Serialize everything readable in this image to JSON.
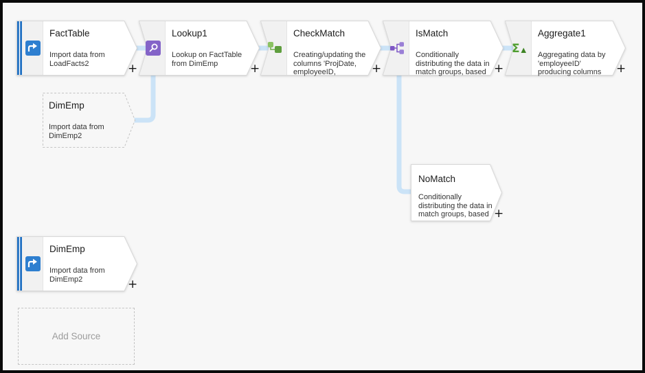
{
  "canvas": {
    "background_color": "#f7f7f7",
    "frame_color": "#0a0a0a",
    "connector_color": "#cbe3f7"
  },
  "palette": {
    "source_stripe_blue": "#1f6fc2",
    "source_icon_blue": "#2e7fd0",
    "lookup_icon_purple": "#8464c8",
    "derived_icon_green": "#6fae49",
    "split_icon_purple": "#7e57c5",
    "aggregate_icon_green": "#4f9e30"
  },
  "nodes": {
    "fact_table": {
      "title": "FactTable",
      "icon": "source-arrow-icon",
      "description": "Import data from\nLoadFacts2",
      "add_label": "+"
    },
    "lookup1": {
      "title": "Lookup1",
      "icon": "lookup-magnifier-icon",
      "description": "Lookup on FactTable\nfrom DimEmp",
      "add_label": "+"
    },
    "check_match": {
      "title": "CheckMatch",
      "icon": "derived-column-icon",
      "description": "Creating/updating the\ncolumns 'ProjDate,\nemployeeID,",
      "add_label": "+"
    },
    "is_match": {
      "title": "IsMatch",
      "icon": "conditional-split-icon",
      "description": "Conditionally\ndistributing the data in\nmatch groups, based",
      "add_label": "+"
    },
    "aggregate1": {
      "title": "Aggregate1",
      "icon": "aggregate-sigma-icon",
      "description": "Aggregating data by\n'employeeID'\nproducing columns",
      "add_label": "+"
    },
    "dim_emp_ref": {
      "title": "DimEmp",
      "icon": "none",
      "description": "Import data from\nDimEmp2"
    },
    "no_match": {
      "title": "NoMatch",
      "icon": "none",
      "description": "Conditionally\ndistributing the data in\nmatch groups, based",
      "add_label": "+"
    },
    "dim_emp": {
      "title": "DimEmp",
      "icon": "source-arrow-icon",
      "description": "Import data from\nDimEmp2",
      "add_label": "+"
    },
    "add_source": {
      "label": "Add Source"
    }
  },
  "edges": [
    {
      "from": "FactTable",
      "to": "Lookup1"
    },
    {
      "from": "DimEmp (reference)",
      "to": "Lookup1 (lookup stream)"
    },
    {
      "from": "Lookup1",
      "to": "CheckMatch"
    },
    {
      "from": "CheckMatch",
      "to": "IsMatch"
    },
    {
      "from": "IsMatch",
      "to": "Aggregate1"
    },
    {
      "from": "IsMatch",
      "to": "NoMatch"
    }
  ]
}
